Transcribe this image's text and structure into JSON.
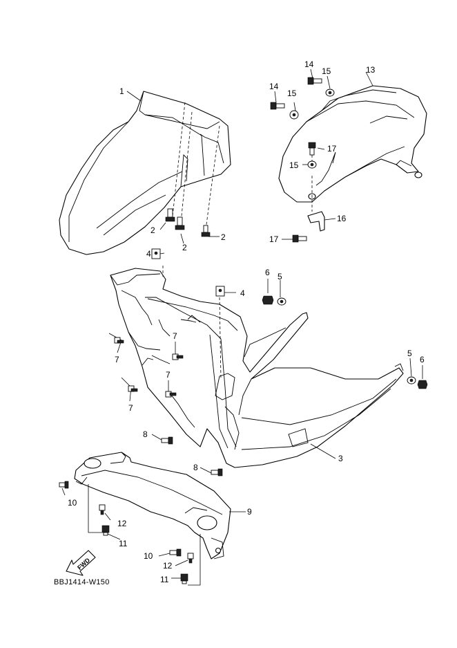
{
  "diagram": {
    "ref_code": "BBJ1414-W150",
    "direction_marker": "FWD",
    "callouts": {
      "c1": "1",
      "c2a": "2",
      "c2b": "2",
      "c2c": "2",
      "c3": "3",
      "c4a": "4",
      "c4b": "4",
      "c5a": "5",
      "c5b": "5",
      "c6a": "6",
      "c6b": "6",
      "c7a": "7",
      "c7b": "7",
      "c7c": "7",
      "c7d": "7",
      "c8a": "8",
      "c8b": "8",
      "c9": "9",
      "c10a": "10",
      "c10b": "10",
      "c11a": "11",
      "c11b": "11",
      "c12a": "12",
      "c12b": "12",
      "c13": "13",
      "c14a": "14",
      "c14b": "14",
      "c15a": "15",
      "c15b": "15",
      "c15c": "15",
      "c16": "16",
      "c17a": "17",
      "c17b": "17"
    }
  }
}
